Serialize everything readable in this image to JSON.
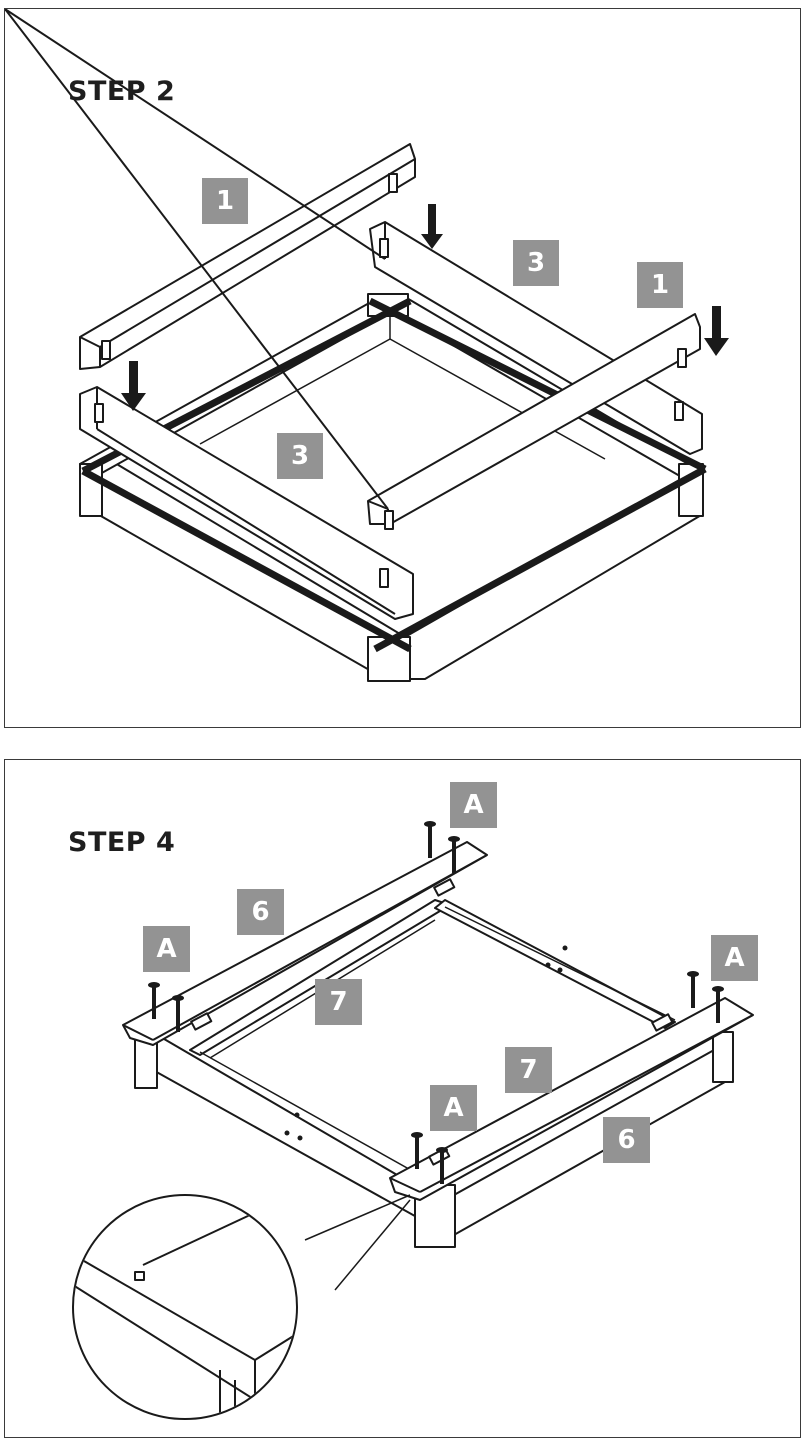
{
  "steps": [
    {
      "title": "STEP 2",
      "part_labels": [
        "1",
        "3",
        "1",
        "3"
      ]
    },
    {
      "title": "STEP 4",
      "part_labels": [
        "A",
        "6",
        "A",
        "7",
        "A",
        "7",
        "A",
        "6"
      ]
    }
  ],
  "colors": {
    "label_fill": "#939393",
    "label_text": "#ffffff",
    "line": "#1a1a1a",
    "border": "#3a3a3a"
  }
}
